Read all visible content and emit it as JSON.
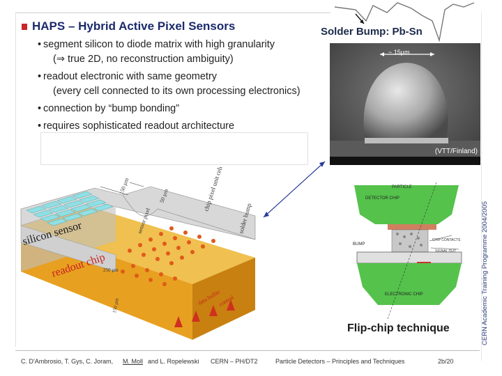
{
  "slide": {
    "title": "HAPS – Hybrid Active Pixel Sensors",
    "bullets": [
      {
        "dot": "•",
        "text": "segment silicon to diode matrix with high granularity",
        "sub": "(⇒ true 2D, no reconstruction ambiguity)"
      },
      {
        "dot": "•",
        "text": "readout electronic with same geometry",
        "sub": "(every cell connected to its own processing electronics)"
      },
      {
        "dot": "•",
        "text": "connection by “bump bonding”",
        "sub": ""
      },
      {
        "dot": "•",
        "text": "requires sophisticated readout architecture",
        "sub": ""
      }
    ]
  },
  "solder": {
    "title": "Solder Bump: Pb-Sn",
    "scale": "~ 15µm",
    "credit": "(VTT/Finland)"
  },
  "chip_diagram": {
    "labels": {
      "silicon_sensor": "silicon sensor",
      "readout_chip": "readout chip",
      "sensor_pixel": "sensor pixel",
      "chip_pixel": "chip pixel unit cell",
      "solder_bump": "solder bump",
      "dim_150_a": "150 µm",
      "dim_50": "50 µm",
      "dim_250": "250 µm",
      "dim_150_b": "150 µm",
      "data_buffer": "data buffer",
      "control": "control"
    }
  },
  "flip_chip": {
    "title": "Flip-chip technique",
    "labels": {
      "particle": "PARTICLE",
      "detector_chip": "DETECTOR CHIP",
      "bump": "BUMP",
      "chip_contacts": "CHIP CONTACTS",
      "signal_out": "SIGNAL OUT",
      "electronic_chip": "ELECTRONIC CHIP"
    }
  },
  "side_text": "CERN Academic Training Programme 2004/2005",
  "footer": {
    "authors_pre": "C. D'Ambrosio, T. Gys, C. Joram,",
    "authors_u": "M. Moll",
    "authors_post": "and L. Ropelewski",
    "course": "CERN – PH/DT2",
    "topic": "Particle Detectors – Principles and Techniques",
    "page": "2b/20"
  },
  "colors": {
    "title": "#1a2a6b",
    "bullet_mark": "#c8262a",
    "chip_green": "#55c24c",
    "pixel_cyan": "#8fe0e4",
    "readout_orange": "#f2b02a"
  }
}
